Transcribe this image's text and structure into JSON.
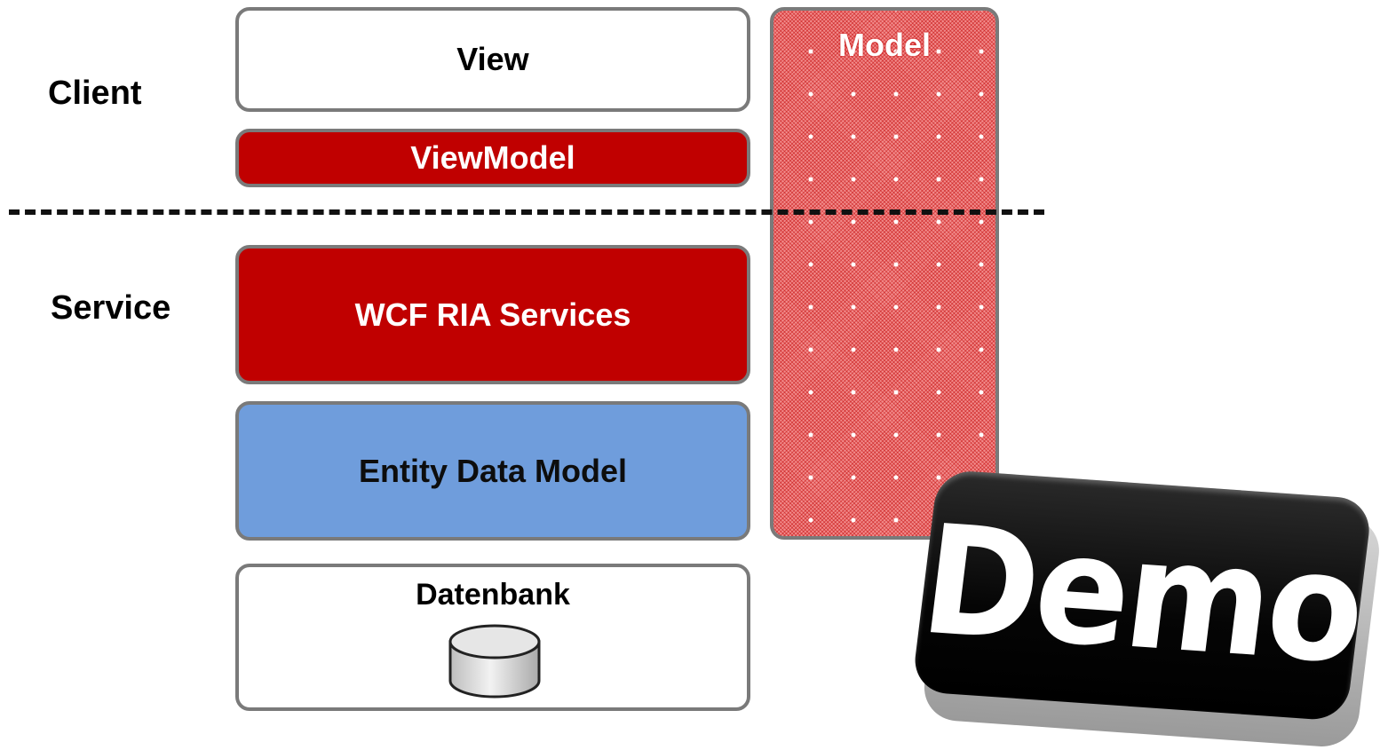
{
  "tiers": {
    "client_label": "Client",
    "service_label": "Service"
  },
  "boxes": {
    "view": "View",
    "viewmodel": "ViewModel",
    "wcf": "WCF RIA Services",
    "edm": "Entity Data Model",
    "database": "Datenbank"
  },
  "model_column": {
    "label": "Model"
  },
  "demo_badge": {
    "label": "Demo"
  },
  "colors": {
    "accent_red": "#c00000",
    "edm_blue": "#6f9ddc",
    "border_gray": "#7a7a7a",
    "model_pink": "#f28c8c"
  },
  "icons": {
    "database": "database-cylinder-icon"
  }
}
